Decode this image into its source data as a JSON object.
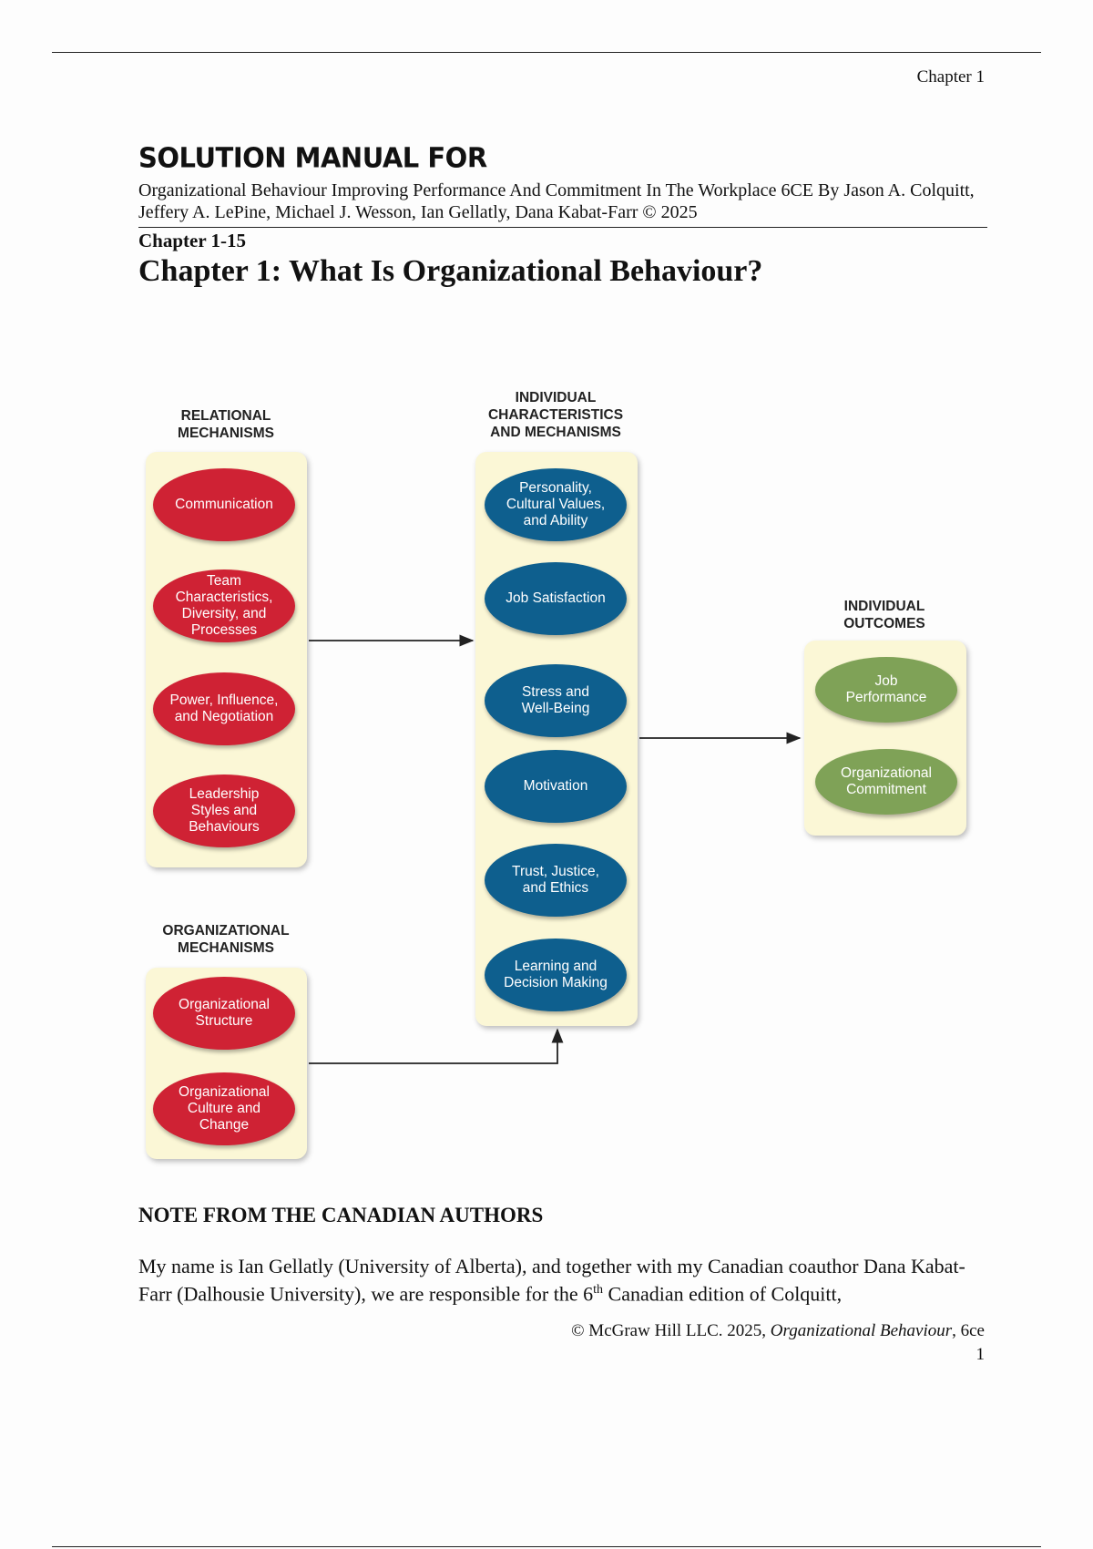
{
  "header": {
    "running_head": "Chapter 1"
  },
  "title_block": {
    "manual_title": "SOLUTION MANUAL FOR",
    "book_line": "Organizational Behaviour Improving Performance And Commitment In The Workplace 6CE By Jason A. Colquitt, Jeffery A. LePine, Michael J. Wesson, Ian Gellatly, Dana Kabat-Farr © 2025",
    "chapter_range": "Chapter 1-15",
    "chapter_title": "Chapter 1: What Is Organizational Behaviour?"
  },
  "diagram": {
    "relational": {
      "title": "RELATIONAL\nMECHANISMS",
      "items": [
        "Communication",
        "Team\nCharacteristics,\nDiversity, and\nProcesses",
        "Power, Influence,\nand Negotiation",
        "Leadership\nStyles and\nBehaviours"
      ]
    },
    "organizational": {
      "title": "ORGANIZATIONAL\nMECHANISMS",
      "items": [
        "Organizational\nStructure",
        "Organizational\nCulture and\nChange"
      ]
    },
    "individual": {
      "title": "INDIVIDUAL\nCHARACTERISTICS\nAND MECHANISMS",
      "items": [
        "Personality,\nCultural Values,\nand Ability",
        "Job Satisfaction",
        "Stress and\nWell-Being",
        "Motivation",
        "Trust, Justice,\nand Ethics",
        "Learning and\nDecision Making"
      ]
    },
    "outcomes": {
      "title": "INDIVIDUAL\nOUTCOMES",
      "items": [
        "Job\nPerformance",
        "Organizational\nCommitment"
      ]
    },
    "colors": {
      "relational": "#cf2234",
      "individual": "#0e5f8e",
      "outcomes": "#7fa257",
      "panel": "#fbf7d6"
    }
  },
  "note": {
    "heading": "NOTE FROM THE CANADIAN AUTHORS",
    "para_start": "My name is Ian Gellatly (University of Alberta), and together with my Canadian coauthor Dana Kabat-Farr (Dalhousie University), we are responsible for the 6",
    "para_sup": "th",
    "para_end": " Canadian edition of Colquitt,"
  },
  "footer": {
    "copyright_prefix": "© McGraw Hill LLC. 2025, ",
    "copyright_title": "Organizational Behaviour",
    "copyright_suffix": ", 6ce",
    "page_number": "1"
  }
}
